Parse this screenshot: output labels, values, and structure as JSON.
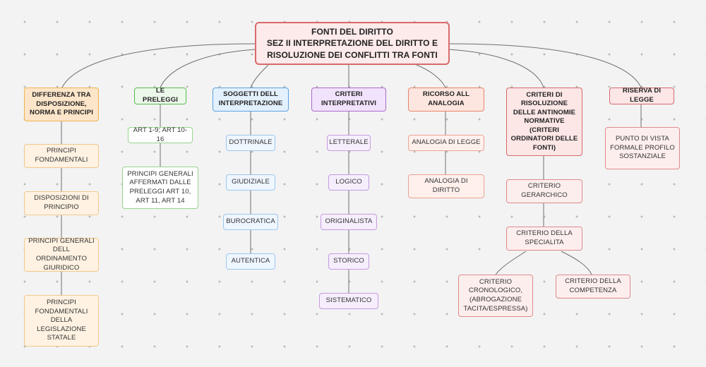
{
  "root": {
    "line1": "FONTI DEL DIRITTO",
    "line2": "SEZ II INTERPRETAZIONE DEL DIRITTO E RISOLUZIONE DEI CONFLITTI TRA FONTI"
  },
  "col1": {
    "header": "DIFFERENZA TRA DISPOSIZIONE, NORMA E PRINCIPI",
    "items": [
      "PRINCIPI FONDAMENTALI",
      "DISPOSIZIONI DI PRINCIPIO",
      "PRINCIPI GENERALI DELL ORDINAMENTO GIURIDICO",
      "PRINCIPI FONDAMENTALI DELLA LEGISLAZIONE STATALE"
    ]
  },
  "col2": {
    "header": "LE PRELEGGI",
    "items": [
      "ART 1-9; ART 10-16",
      "PRINCIPI GENERALI AFFERMATI DALLE PRELEGGI ART 10, ART 11, ART 14"
    ]
  },
  "col3": {
    "header": "SOGGETTI DELL INTERPRETAZIONE",
    "items": [
      "DOTTRINALE",
      "GIUDIZIALE",
      "BUROCRATICA",
      "AUTENTICA"
    ]
  },
  "col4": {
    "header": "CRITERI INTERPRETATIVI",
    "items": [
      "LETTERALE",
      "LOGICO",
      "ORIGINALISTA",
      "STORICO",
      "SISTEMATICO"
    ]
  },
  "col5": {
    "header": "RICORSO ALL ANALOGIA",
    "items": [
      "ANALOGIA DI LEGGE",
      "ANALOGIA DI DIRITTO"
    ]
  },
  "col6": {
    "header": "CRITERI DI RISOLUZIONE DELLE ANTINOMIE NORMATIVE (CRITERI ORDINATORI DELLE FONTI)",
    "items": [
      "CRITERIO GERARCHICO",
      "CRITERIO DELLA SPECIALITA",
      "CRITERIO CRONOLOGICO, (ABROGAZIONE TACITA/ESPRESSA)",
      "CRITERIO DELLA COMPETENZA"
    ]
  },
  "col7": {
    "header": "RISERVA DI LEGGE",
    "items": [
      "PUNTO DI VISTA FORMALE PROFILO SOSTANZIALE"
    ]
  }
}
